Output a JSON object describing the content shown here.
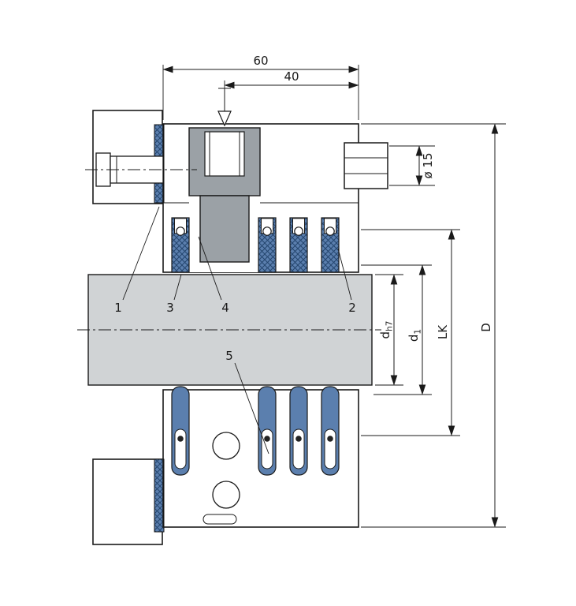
{
  "drawing": {
    "dimensions": {
      "overall_width": "60",
      "screw_offset": "40",
      "bolt_diameter": "ø 15",
      "shaft_diameter": {
        "main": "d",
        "sub": "h7"
      },
      "inner_diameter": {
        "main": "d",
        "sub": "1"
      },
      "bolt_circle_diameter": "LK",
      "outer_diameter": "D"
    },
    "part_labels": [
      "1",
      "2",
      "3",
      "4",
      "5"
    ]
  },
  "colors": {
    "line": "#1a1a1a",
    "component_blue": "#5b7fae",
    "crosshatch_blue_dark": "#24456e",
    "housing_gray": "#bdc1c4",
    "shaft_gray": "#d0d3d5",
    "screw_gray": "#9ba1a6"
  }
}
